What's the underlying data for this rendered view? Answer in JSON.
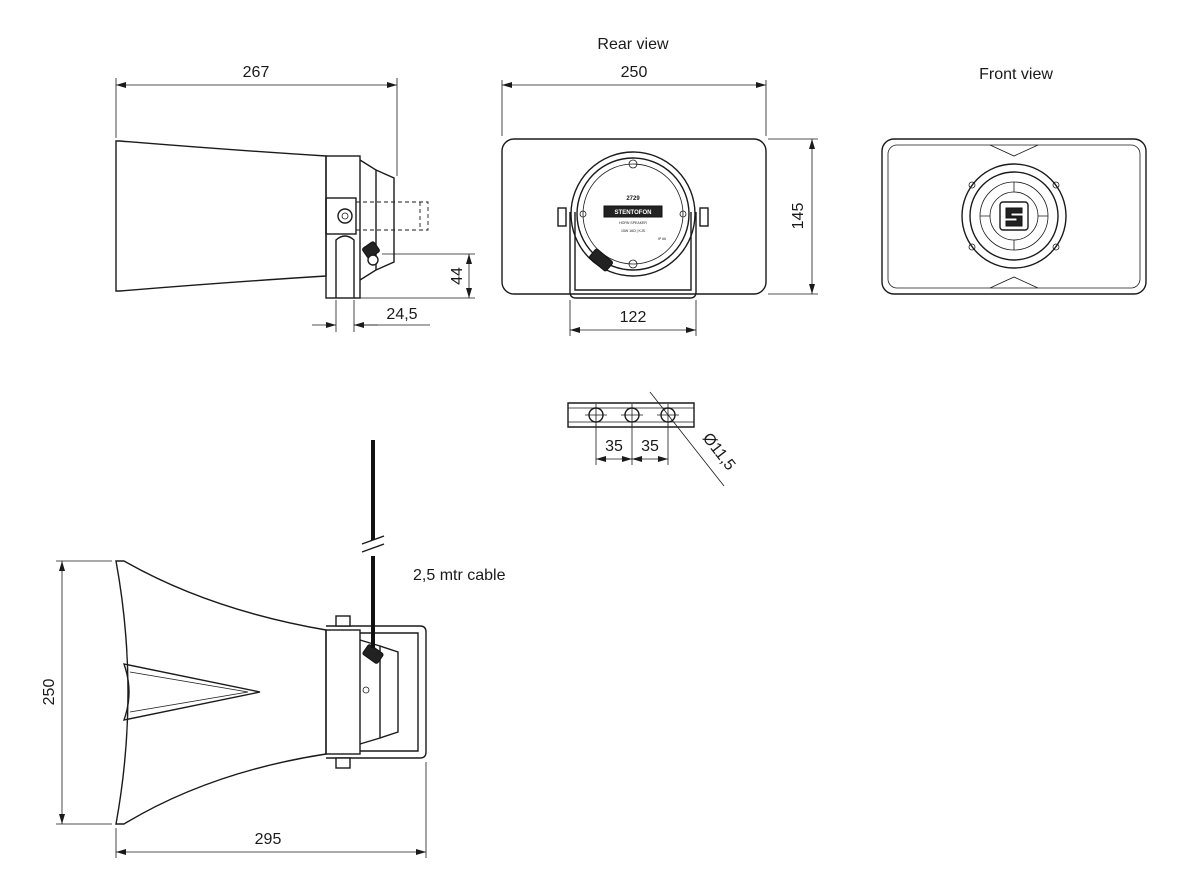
{
  "views": {
    "rear": "Rear view",
    "front": "Front view"
  },
  "dimensions": {
    "side_length": "267",
    "side_mount_height": "44",
    "side_bracket_offset": "24,5",
    "rear_width": "250",
    "rear_height": "145",
    "rear_bracket_width": "122",
    "hole_spacing_1": "35",
    "hole_spacing_2": "35",
    "hole_diameter": "Ø11,5",
    "top_height": "250",
    "top_length": "295"
  },
  "cable_label": "2,5 mtr cable",
  "product": {
    "model": "2729",
    "brand": "STENTOFON",
    "type": "HORN SPEAKER",
    "rating": "15W 16Ω | KJS",
    "ip": "IP 66"
  }
}
